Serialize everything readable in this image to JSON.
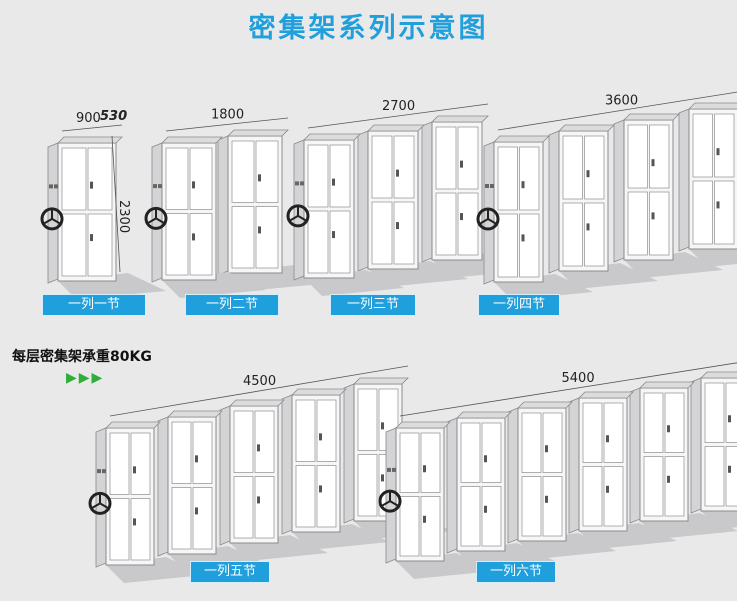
{
  "title": "密集架系列示意图",
  "note": "每层密集架承重80KG",
  "arrow_glyph": "▶▶▶",
  "colors": {
    "accent": "#1f9fdc",
    "arrow": "#2fae3a"
  },
  "groups": [
    {
      "caption": "一列一节",
      "width_label": "900",
      "depth_label": "530",
      "height_label": "2300"
    },
    {
      "caption": "一列二节",
      "width_label": "1800"
    },
    {
      "caption": "一列三节",
      "width_label": "2700"
    },
    {
      "caption": "一列四节",
      "width_label": "3600"
    },
    {
      "caption": "一列五节",
      "width_label": "4500"
    },
    {
      "caption": "一列六节",
      "width_label": "5400"
    }
  ]
}
